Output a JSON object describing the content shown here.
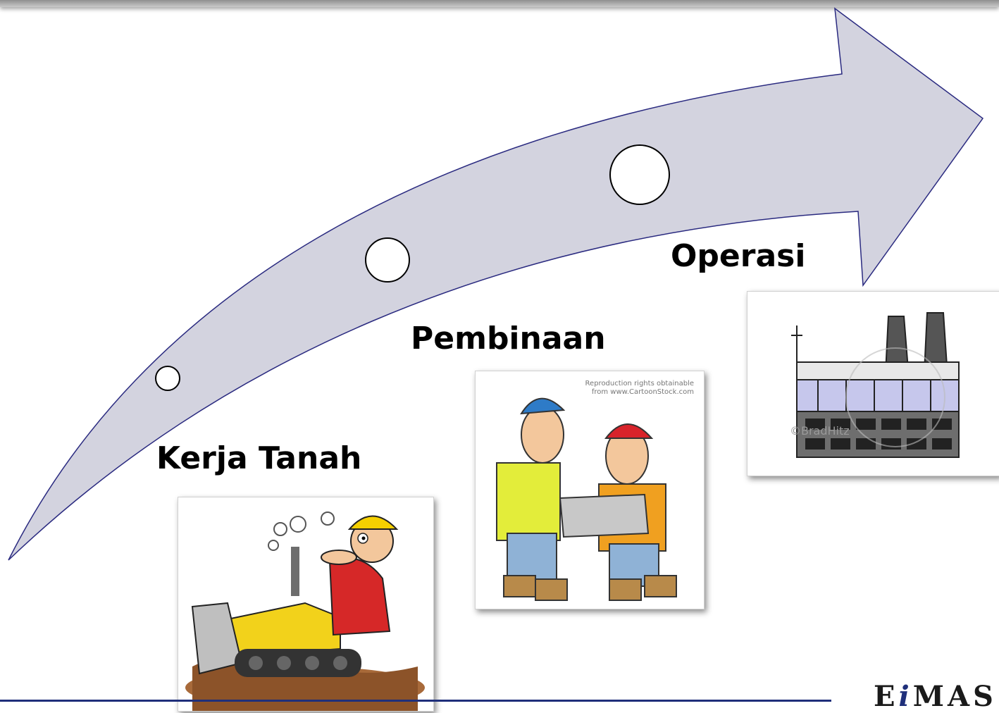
{
  "stages": [
    {
      "label": "Kerja Tanah",
      "image": "bulldozer-worker-cartoon"
    },
    {
      "label": "Pembinaan",
      "image": "workers-carrying-block-cartoon"
    },
    {
      "label": "Operasi",
      "image": "factory-cartoon"
    }
  ],
  "watermarks": {
    "construction": "Reproduction rights obtainable from www.CartoonStock.com",
    "factory": "©BradHitz"
  },
  "logo": {
    "part1": "E",
    "part2": "i",
    "part3": "MAS"
  },
  "colors": {
    "arrow_fill": "#d3d3df",
    "arrow_stroke": "#2a2a80",
    "bottom_line": "#1f2f7a"
  }
}
